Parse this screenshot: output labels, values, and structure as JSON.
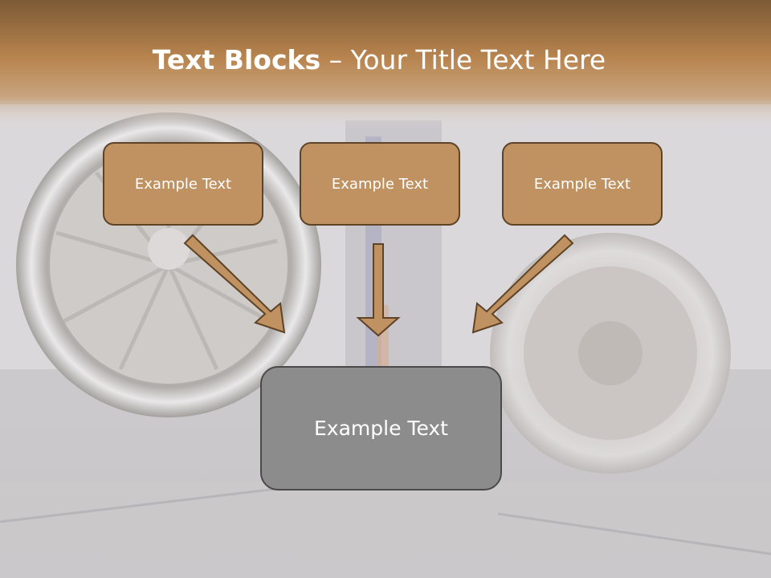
{
  "title": {
    "bold": "Text Blocks",
    "separator": " – ",
    "rest": "Your Title Text Here"
  },
  "boxes": {
    "left": "Example Text",
    "center": "Example Text",
    "right": "Example Text",
    "bottom": "Example Text"
  },
  "colors": {
    "header": "#b8844e",
    "box_fill": "#c09262",
    "box_border": "#5e4326",
    "bottom_fill": "#8c8c8c",
    "arrow_fill": "#c09262"
  },
  "icons": {
    "background": "jet-engine-photo",
    "connector": "down-arrow"
  }
}
